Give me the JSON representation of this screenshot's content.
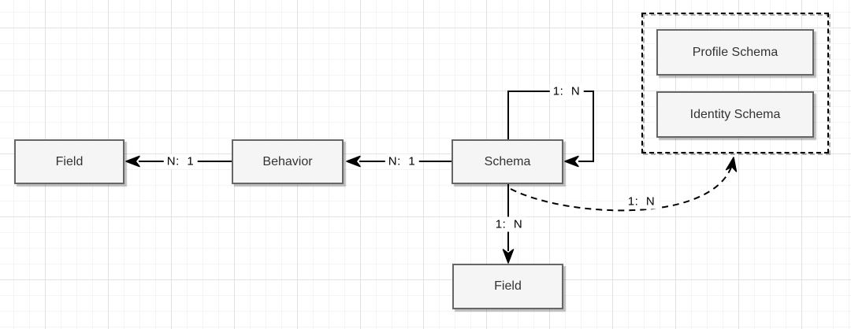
{
  "diagram": {
    "title": "schema-field-relationship-diagram",
    "style": {
      "canvas_color": "#ffffff",
      "grid_minor_color": "#f4f4f4",
      "grid_major_color": "#e2e2e2",
      "node_fill": "#f5f5f5",
      "node_border": "#666666",
      "node_text_color": "#333333",
      "edge_color": "#000000",
      "edge_label_color": "#000000",
      "group_border_style": "dashed"
    },
    "nodes": {
      "field_left": {
        "label": "Field"
      },
      "behavior": {
        "label": "Behavior"
      },
      "schema": {
        "label": "Schema"
      },
      "field_bottom": {
        "label": "Field"
      },
      "profile_schema": {
        "label": "Profile Schema"
      },
      "identity_schema": {
        "label": "Identity Schema"
      }
    },
    "edges": {
      "behavior_to_field_left": {
        "label": "N: 1",
        "style": "solid",
        "arrow": "left"
      },
      "schema_to_behavior": {
        "label": "N: 1",
        "style": "solid",
        "arrow": "left"
      },
      "schema_self_loop": {
        "label": "1: N",
        "style": "solid",
        "arrow": "left-into-schema"
      },
      "schema_to_field_bottom": {
        "label": "1: N",
        "style": "solid",
        "arrow": "down"
      },
      "schema_to_schema_group": {
        "label": "1: N",
        "style": "dashed-curve",
        "arrow": "up"
      }
    }
  }
}
